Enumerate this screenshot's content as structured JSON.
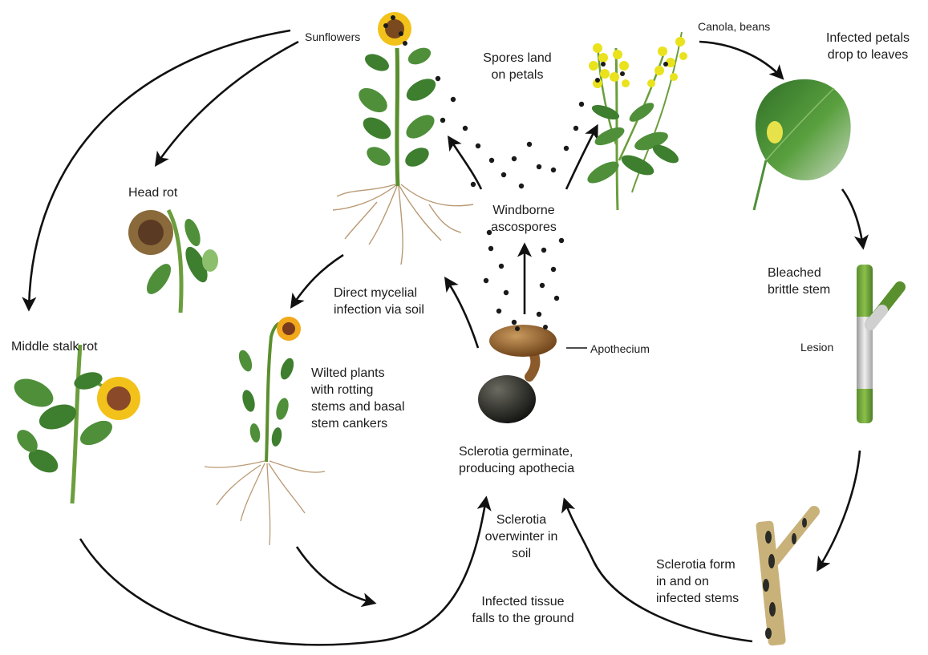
{
  "labels": {
    "sunflowers": "Sunflowers",
    "spores_land": "Spores land\non petals",
    "canola_beans": "Canola, beans",
    "infected_petals": "Infected petals\ndrop to leaves",
    "head_rot": "Head rot",
    "windborne": "Windborne\nascospores",
    "bleached": "Bleached\nbrittle stem",
    "direct_mycelial": "Direct mycelial\ninfection via soil",
    "middle_stalk_rot": "Middle stalk rot",
    "apothecium": "Apothecium",
    "lesion": "Lesion",
    "wilted": "Wilted plants\nwith rotting\nstems and basal\nstem cankers",
    "sclerotia_germinate": "Sclerotia germinate,\nproducing apothecia",
    "sclerotia_overwinter": "Sclerotia\noverwinter in\nsoil",
    "sclerotia_form": "Sclerotia form\nin and on\ninfected stems",
    "infected_tissue": "Infected tissue\nfalls to the ground"
  },
  "colors": {
    "arrow": "#111111",
    "leaf": "#4f8f3a",
    "leaf_dark": "#2f6b25",
    "stem": "#6b9e3c",
    "petal": "#f2c21b",
    "flower_center": "#6b3a1e",
    "canola_flower": "#e9e21d",
    "root": "#b99a74",
    "sclerotium": "#2a2a26",
    "apothecium": "#8a5a2a",
    "bleached_stem": "#cfcfcf",
    "dead_stem": "#c9b27a",
    "rotted_head": "#8a6a3a"
  }
}
